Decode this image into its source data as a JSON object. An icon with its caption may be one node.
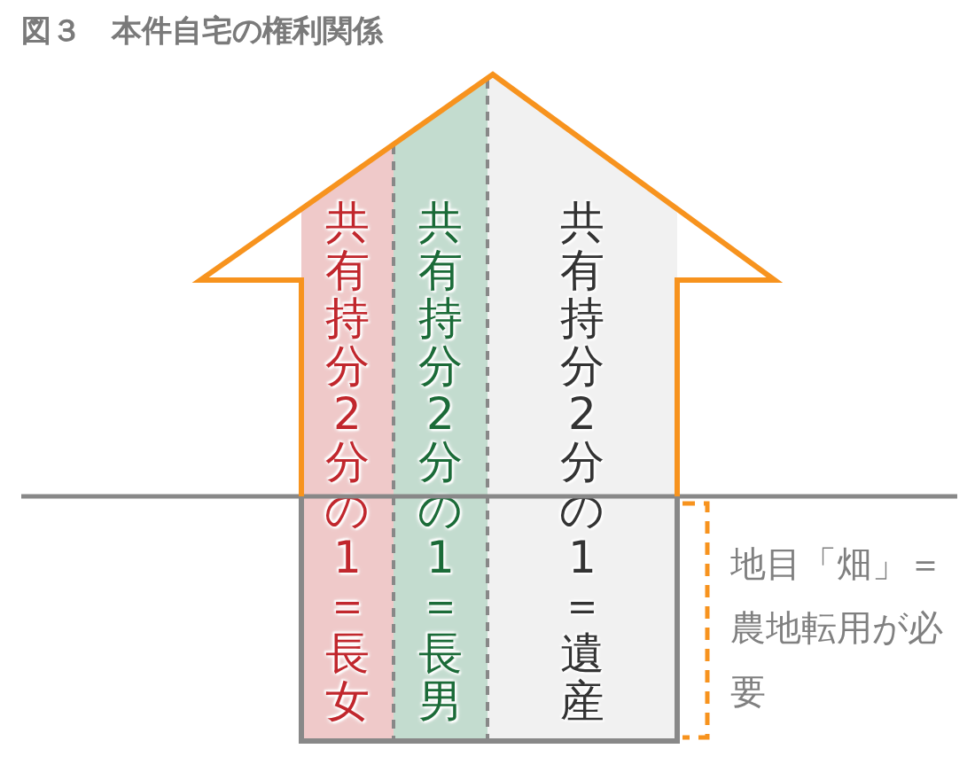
{
  "diagram": {
    "title": "図３　本件自宅の権利関係",
    "nodes": [
      {
        "text": [
          "共有持分2分の1＝長女"
        ]
      },
      {
        "text": [
          "共有持分2分の1＝長男"
        ]
      },
      {
        "text": [
          "共有持分2分の1＝遺産"
        ]
      }
    ],
    "labels": [
      "地目「畑」＝農地転用が必要"
    ]
  }
}
